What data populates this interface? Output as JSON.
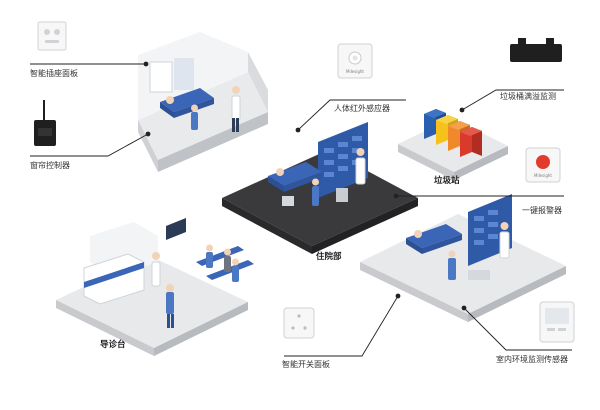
{
  "labels": {
    "smart_socket": "智能插座面板",
    "curtain_controller": "窗帘控制器",
    "pir_sensor": "人体红外感应器",
    "bin_monitor": "垃圾桶满溢监测",
    "garbage_station": "垃圾站",
    "inpatient": "住院部",
    "sos_button": "一键报警器",
    "reception": "导诊台",
    "smart_switch": "智能开关面板",
    "env_sensor": "室内环境监测传感器"
  },
  "device_brand": "Milesight",
  "colors": {
    "floor_dark": "#3a3a3c",
    "floor_light": "#e8e9eb",
    "bed_blue": "#3b66b8",
    "scrubs_blue": "#4a78c4",
    "bin_blue": "#2a5fb0",
    "bin_yellow": "#f4c21a",
    "bin_orange": "#f0892a",
    "bin_red": "#d93a2b",
    "sos_red": "#e23a2c",
    "leader_line": "#222222"
  }
}
